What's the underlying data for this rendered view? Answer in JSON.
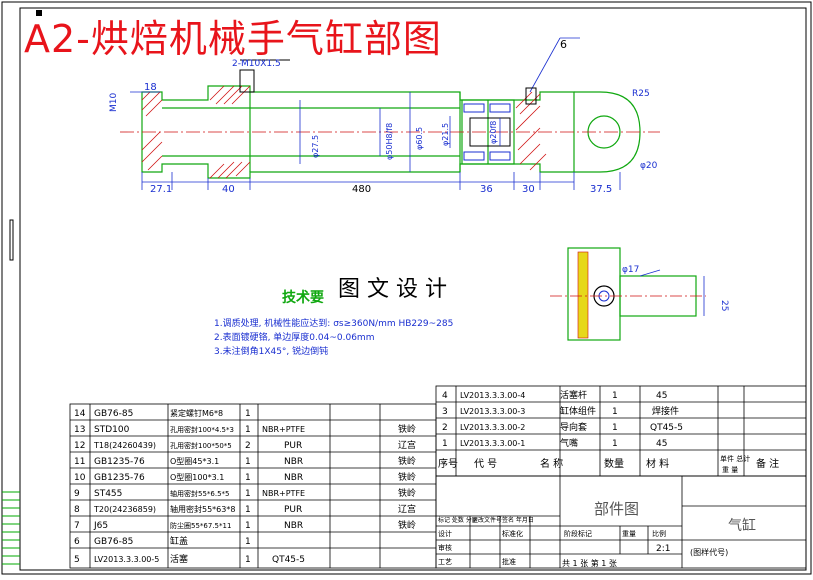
{
  "header": {
    "title": "A2-烘焙机械手气缸部图"
  },
  "drawing": {
    "callout_6": "6",
    "thread_note": "2-M10X1.5",
    "thread_left": "M10",
    "dim_18": "18",
    "dim_r25": "R25",
    "dim_phi20": "φ20",
    "dim_phi27": "φ27.5",
    "dim_phi50": "φ50H8/f8",
    "dim_phi60": "φ60.5",
    "dim_phi21": "φ21.5",
    "dim_phi20b": "φ20f8",
    "bottom_dims": [
      "27.1",
      "40",
      "480",
      "36",
      "30",
      "37.5"
    ],
    "side_phi": "φ17",
    "side_25": "25"
  },
  "design_stamp": "图 文 设 计",
  "tech_req": {
    "heading": "技术要",
    "lines": [
      "1.调质处理, 机械性能应达到: σs≥360N/mm  HB229~285",
      "2.表面镀硬铬, 单边厚度0.04~0.06mm",
      "3.未注倒角1X45°, 锐边倒钝"
    ]
  },
  "bom_left": [
    {
      "no": "14",
      "code": "GB76-85",
      "name": "紧定螺钉M6*8",
      "qty": "1",
      "mat": "",
      "note": ""
    },
    {
      "no": "13",
      "code": "STD100",
      "name": "孔用密封100*4.5*3",
      "qty": "1",
      "mat": "NBR+PTFE",
      "note": "铁岭"
    },
    {
      "no": "12",
      "code": "T18(24260439)",
      "name": "孔用密封100*50*5",
      "qty": "2",
      "mat": "PUR",
      "note": "辽宫"
    },
    {
      "no": "11",
      "code": "GB1235-76",
      "name": "O型圈45*3.1",
      "qty": "1",
      "mat": "NBR",
      "note": "铁岭"
    },
    {
      "no": "10",
      "code": "GB1235-76",
      "name": "O型圈100*3.1",
      "qty": "1",
      "mat": "NBR",
      "note": "铁岭"
    },
    {
      "no": "9",
      "code": "ST455",
      "name": "轴用密封55*6.5*5",
      "qty": "1",
      "mat": "NBR+PTFE",
      "note": "铁岭"
    },
    {
      "no": "8",
      "code": "T20(24236859)",
      "name": "轴用密封55*63*8",
      "qty": "1",
      "mat": "PUR",
      "note": "辽宫"
    },
    {
      "no": "7",
      "code": "J65",
      "name": "防尘圈55*67.5*11",
      "qty": "1",
      "mat": "NBR",
      "note": "铁岭"
    },
    {
      "no": "6",
      "code": "GB76-85",
      "name": "缸盖",
      "qty": "1",
      "mat": "",
      "note": ""
    },
    {
      "no": "5",
      "code": "LV2013.3.3.00-5",
      "name": "活塞",
      "qty": "1",
      "mat": "QT45-5",
      "note": ""
    }
  ],
  "bom_right": [
    {
      "no": "4",
      "code": "LV2013.3.3.00-4",
      "name": "活塞杆",
      "qty": "1",
      "mat": "45"
    },
    {
      "no": "3",
      "code": "LV2013.3.3.00-3",
      "name": "缸体组件",
      "qty": "1",
      "mat": "焊接件"
    },
    {
      "no": "2",
      "code": "LV2013.3.3.00-2",
      "name": "导向套",
      "qty": "1",
      "mat": "QT45-5"
    },
    {
      "no": "1",
      "code": "LV2013.3.3.00-1",
      "name": "气嘴",
      "qty": "1",
      "mat": "45"
    }
  ],
  "bom_header": {
    "no": "序号",
    "code": "代  号",
    "name": "名    称",
    "qty": "数量",
    "mat": "材    料",
    "unit_w": "单件 总计",
    "weight": "重  量",
    "note": "备  注"
  },
  "title_block": {
    "part_label": "部件图",
    "part_name": "气缸",
    "scale": "2:1",
    "sheet": "共 1 张  第 1 张",
    "drawing_code": "(图样代号)",
    "labels": [
      "标记 处数 分区",
      "更改文件号",
      "签名 年月日",
      "设计",
      "标准化",
      "阶段标记",
      "重量",
      "比例",
      "审核",
      "工艺",
      "批准"
    ]
  }
}
